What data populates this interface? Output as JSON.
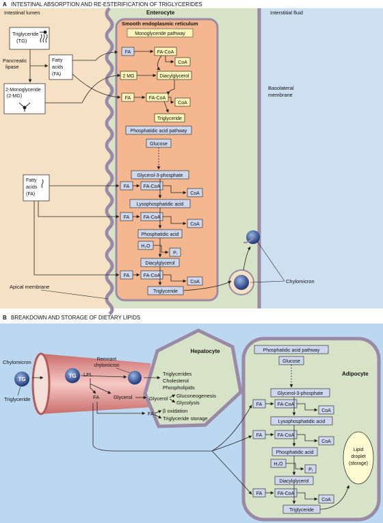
{
  "panel_a": {
    "title_letter": "A",
    "title": "INTESTINAL ABSORPTION AND RE-ESTERIFICATION OF TRIGLYCERIDES",
    "lumen_label": "Intestinal lumen",
    "enterocyte_label": "Enterocyte",
    "interstitial_label": "Interstitial fluid",
    "ser_label": "Smooth endoplasmic reticulum",
    "monoglyceride_pathway": "Monoglyceride pathway",
    "tg_box": [
      "Triglyceride",
      "(TG)"
    ],
    "pancreatic_lipase": [
      "Pancreatic",
      "lipase"
    ],
    "fatty_acids_box": [
      "Fatty",
      "acids",
      "(FA)"
    ],
    "mg_box": [
      "2-Monoglyceride",
      "(2-MG)"
    ],
    "fatty_acids_box2": [
      "Fatty",
      "acids",
      "(FA)"
    ],
    "basolateral": [
      "Basolateral",
      "membrane"
    ],
    "apical": "Apical membrane",
    "chylomicron": "Chylomicron",
    "fa": "FA",
    "facoa": "FA-CoA",
    "coa": "CoA",
    "mg2": "2 MG",
    "diacylglycerol": "Diacylglycerol",
    "triglyceride": "Triglyceride",
    "phosphatidic_pathway": "Phosphatidic acid pathway",
    "glucose": "Glucose",
    "g3p": "Glycerol-3-phosphate",
    "lysophosphatidic": "Lysophosphatidic acid",
    "phosphatidic": "Phosphatidic acid",
    "h2o": "H₂O",
    "pi": "Pᵢ",
    "diacylglycerol2": "Diacylglycerol"
  },
  "panel_b": {
    "title_letter": "B",
    "title": "BREAKDOWN AND STORAGE OF DIETARY LIPIDS",
    "chylomicron": "Chylomicron",
    "tg": "TG",
    "triglyceride": "Triglyceride",
    "lpl": "LPL",
    "remnant": [
      "Remnant",
      "chylomicron"
    ],
    "fa": "FA",
    "glycerol": "Glycerol",
    "hepatocyte": "Hepatocyte",
    "hep_products": [
      "Triglycerides",
      "Cholesterol",
      "Phospholipids"
    ],
    "glycerol2": "Glycerol",
    "gluconeogenesis": "Gluconeogenesis",
    "glycolysis": "Glycolysis",
    "beta_ox": "β oxidation",
    "tg_storage": "Triglyceride storage",
    "adipocyte": "Adipocyte",
    "phosphatidic_pathway": "Phosphatidic acid pathway",
    "glucose": "Glucose",
    "g3p": "Glycerol-3-phosphate",
    "facoa": "FA-CoA",
    "coa": "CoA",
    "lysophosphatidic": "Lysophosphatidic acid",
    "phosphatidic": "Phosphatidic acid",
    "h2o": "H₂O",
    "pi": "Pᵢ",
    "diacylglycerol": "Diacylglycerol",
    "triglyceride2": "Triglyceride",
    "lipid_droplet": [
      "Lipid",
      "droplet",
      "(storage)"
    ]
  },
  "colors": {
    "lumen": "#f7e1c5",
    "enterocyte": "#d6e3c6",
    "ser": "#f5b78f",
    "interstitial": "#cde0f2",
    "blue_box": "#cdd8ee",
    "yellow_box": "#fbf6b8",
    "background_b": "#bcd8f0"
  }
}
